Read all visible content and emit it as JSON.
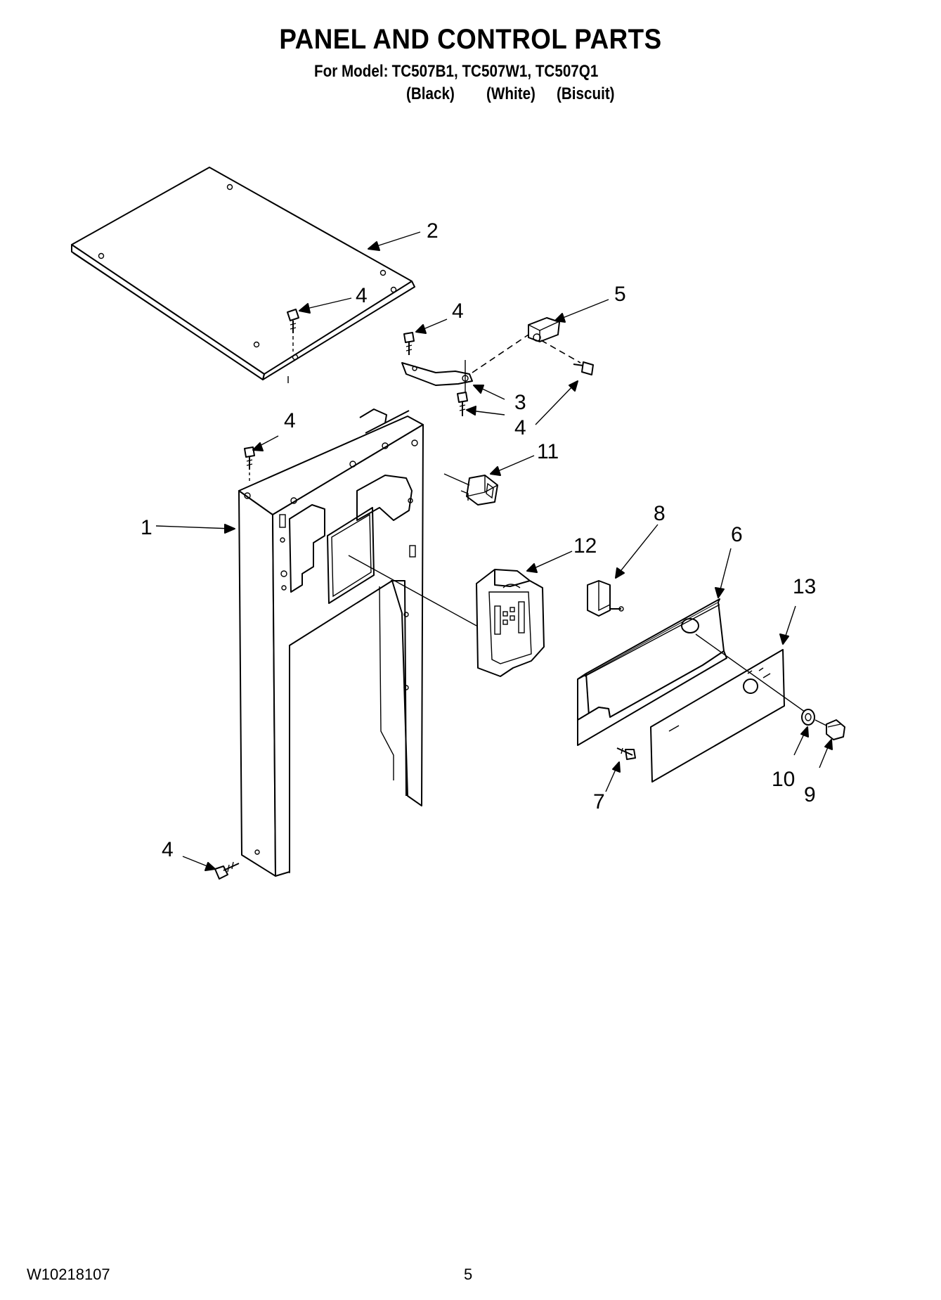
{
  "header": {
    "title": "PANEL AND CONTROL PARTS",
    "model_label": "For Model:",
    "models": "TC507B1, TC507W1, TC507Q1",
    "colors": [
      "(Black)",
      "(White)",
      "(Biscuit)"
    ]
  },
  "callouts": {
    "c1": "1",
    "c2": "2",
    "c3": "3",
    "c4a": "4",
    "c4b": "4",
    "c4c": "4",
    "c4d": "4",
    "c4e": "4",
    "c5": "5",
    "c6": "6",
    "c7": "7",
    "c8": "8",
    "c9": "9",
    "c10": "10",
    "c11": "11",
    "c12": "12",
    "c13": "13"
  },
  "footer": {
    "doc_number": "W10218107",
    "page_number": "5"
  }
}
